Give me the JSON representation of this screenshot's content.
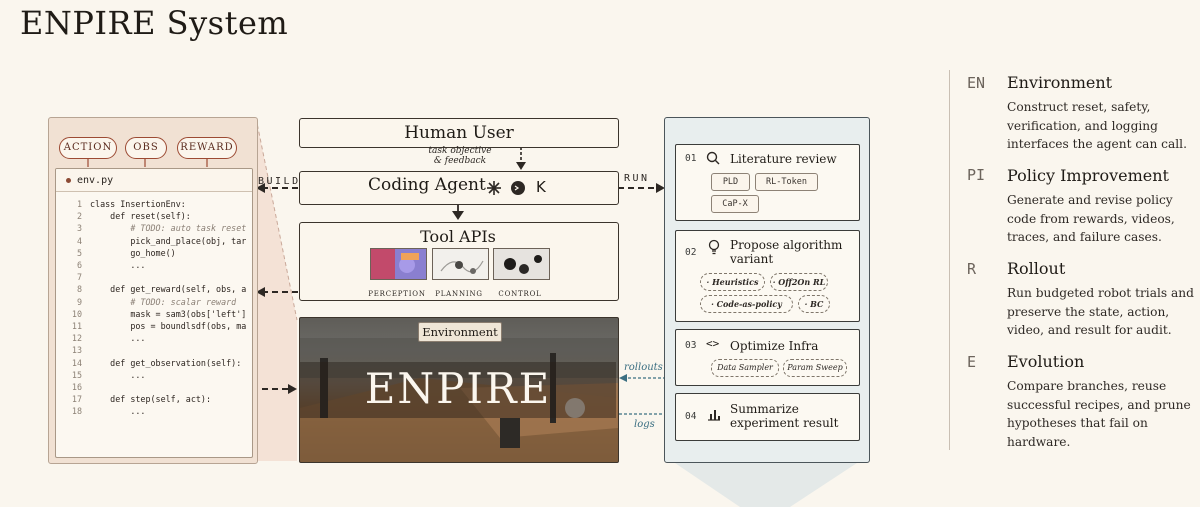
{
  "title": "ENPIRE System",
  "code_panel": {
    "pills": [
      "ACTION",
      "OBS",
      "REWARD"
    ],
    "filename": "env.py",
    "lines": [
      {
        "n": "1",
        "text": "class InsertionEnv:",
        "kind": "kw"
      },
      {
        "n": "2",
        "text": "    def reset(self):",
        "kind": "kw"
      },
      {
        "n": "3",
        "text": "        # TODO: auto task reset",
        "kind": "cm"
      },
      {
        "n": "4",
        "text": "        pick_and_place(obj, tar",
        "kind": "plain"
      },
      {
        "n": "5",
        "text": "        go_home()",
        "kind": "plain"
      },
      {
        "n": "6",
        "text": "        ...",
        "kind": "plain"
      },
      {
        "n": "7",
        "text": "",
        "kind": "plain"
      },
      {
        "n": "8",
        "text": "    def get_reward(self, obs, a",
        "kind": "kw"
      },
      {
        "n": "9",
        "text": "        # TODO: scalar reward",
        "kind": "cm"
      },
      {
        "n": "10",
        "text": "        mask = sam3(obs['left']",
        "kind": "plain"
      },
      {
        "n": "11",
        "text": "        pos = boundlsdf(obs, ma",
        "kind": "plain"
      },
      {
        "n": "12",
        "text": "        ...",
        "kind": "plain"
      },
      {
        "n": "13",
        "text": "",
        "kind": "plain"
      },
      {
        "n": "14",
        "text": "    def get_observation(self):",
        "kind": "kw"
      },
      {
        "n": "15",
        "text": "        ...",
        "kind": "plain"
      },
      {
        "n": "16",
        "text": "",
        "kind": "plain"
      },
      {
        "n": "17",
        "text": "    def step(self, act):",
        "kind": "kw"
      },
      {
        "n": "18",
        "text": "        ...",
        "kind": "plain"
      }
    ]
  },
  "center": {
    "human_user": "Human User",
    "note_line1": "task objective",
    "note_line2": "& feedback",
    "coding_agent": "Coding Agent",
    "agent_logo_k": "K",
    "tool_apis": "Tool APIs",
    "tool_labels": [
      "PERCEPTION",
      "PLANNING",
      "CONTROL"
    ],
    "environment_label": "Environment",
    "enpire": "ENPIRE"
  },
  "arrows": {
    "build": "BUILD",
    "run": "RUN",
    "rollouts": "rollouts",
    "logs": "logs"
  },
  "right_panel": {
    "cards": [
      {
        "num": "01",
        "title": "Literature review",
        "tags": [
          "PLD",
          "RL-Token",
          "CaP-X"
        ]
      },
      {
        "num": "02",
        "title_line1": "Propose algorithm",
        "title_line2": "variant",
        "tags": [
          "Heuristics",
          "Off2On RL",
          "Code-as-policy",
          "BC"
        ]
      },
      {
        "num": "03",
        "title": "Optimize Infra",
        "tags": [
          "Data Sampler",
          "Param Sweep"
        ]
      },
      {
        "num": "04",
        "title_line1": "Summarize",
        "title_line2": "experiment result"
      }
    ]
  },
  "side": [
    {
      "abbr": "EN",
      "title": "Environment",
      "desc": "Construct reset, safety, verification, and logging interfaces the agent can call."
    },
    {
      "abbr": "PI",
      "title": "Policy Improvement",
      "desc": "Generate and revise policy code from rewards, videos, traces, and failure cases."
    },
    {
      "abbr": "R",
      "title": "Rollout",
      "desc": "Run budgeted robot trials and preserve the state, action, video, and result for audit."
    },
    {
      "abbr": "E",
      "title": "Evolution",
      "desc": "Compare branches, reuse successful recipes, and prune hypotheses that fail on hardware."
    }
  ],
  "colors": {
    "accent": "#9c4a33",
    "blue": "#3b6f82",
    "ink": "#1f1b16"
  }
}
